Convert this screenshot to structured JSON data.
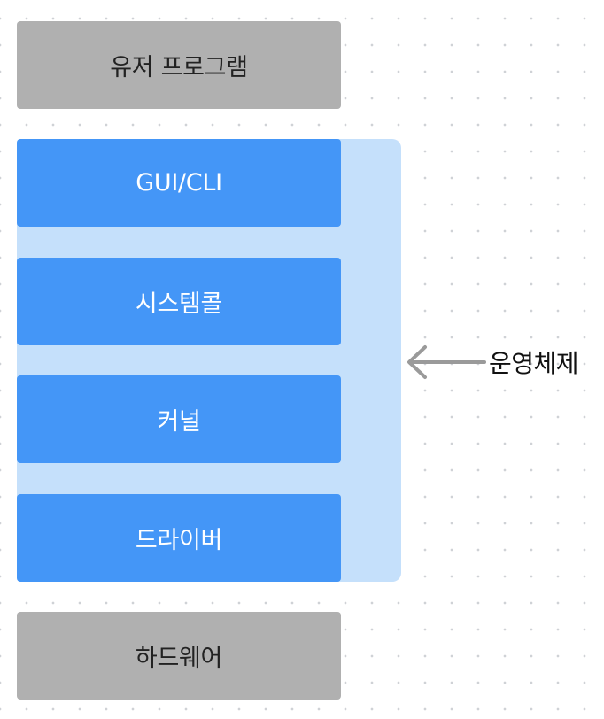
{
  "layers": {
    "user_program": "유저 프로그램",
    "gui_cli": "GUI/CLI",
    "system_call": "시스템콜",
    "kernel": "커널",
    "driver": "드라이버",
    "hardware": "하드웨어"
  },
  "os_group": {
    "label": "운영체제"
  },
  "colors": {
    "gray_box": "#b0b0b0",
    "blue_box": "#4496f7",
    "os_background": "#c5e0fb",
    "arrow": "#9a9a9a"
  }
}
